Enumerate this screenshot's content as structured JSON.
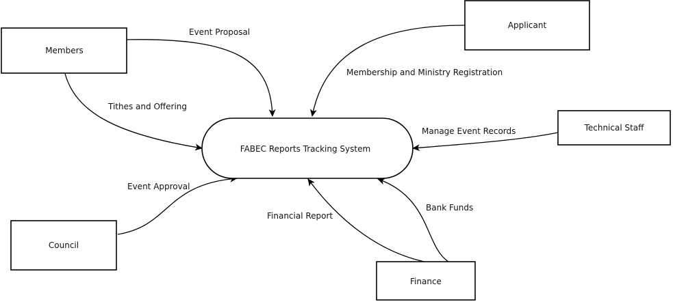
{
  "process": {
    "label": "FABEC Reports Tracking System"
  },
  "entities": {
    "members": "Members",
    "applicant": "Applicant",
    "technical_staff": "Technical Staff",
    "council": "Council",
    "finance": "Finance"
  },
  "flows": {
    "event_proposal": "Event Proposal",
    "membership_registration": "Membership and Ministry Registration",
    "tithes_offering": "Tithes and Offering",
    "manage_event_records": "Manage Event Records",
    "event_approval": "Event Approval",
    "financial_report": "Financial Report",
    "bank_funds": "Bank Funds"
  },
  "colors": {
    "stroke": "#000000",
    "background": "#ffffff",
    "text": "#111111"
  }
}
